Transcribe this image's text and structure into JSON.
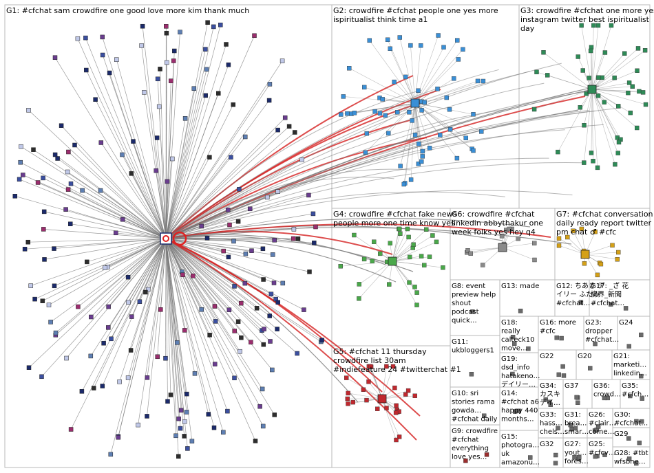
{
  "colors": {
    "edge": "#7a7a7a",
    "edge_red": "#d42020",
    "group_box": "#b8b8b8",
    "hub_ring": "#e02020",
    "node_palette": [
      "#1b2a6b",
      "#3b4fa0",
      "#6a3d8f",
      "#2d2d2d",
      "#5e7fb3",
      "#9b2d6e",
      "#c0c8e8"
    ]
  },
  "groups": [
    {
      "id": "G1",
      "label": "G1: #cfchat sam crowdfire one good love more kim thank much",
      "lines": [
        "G1: #cfchat sam crowdfire one good love more kim thank much"
      ],
      "node_color": "#1b2a6b",
      "edge_color": "#7a7a7a"
    },
    {
      "id": "G2",
      "label": "G2: crowdfire #cfchat people one yes more ispiritualist think time a1",
      "lines": [
        "G2: crowdfire #cfchat people one yes more",
        "ispiritualist think time a1"
      ],
      "node_color": "#3a8fd6",
      "edge_color": "#7a7a7a"
    },
    {
      "id": "G3",
      "label": "G3: crowdfire #cfchat one more yes instagram twitter best ispiritualist day",
      "lines": [
        "G3: crowdfire #cfchat one more yes",
        "instagram twitter best ispiritualist",
        "day"
      ],
      "node_color": "#2e8b57",
      "edge_color": "#7a7a7a"
    },
    {
      "id": "G4",
      "label": "G4: crowdfire #cfchat fake news people more one time know yes",
      "lines": [
        "G4: crowdfire #cfchat fake news",
        "people more one time know yes"
      ],
      "node_color": "#4aa84a",
      "edge_color": "#7a7a7a"
    },
    {
      "id": "G5",
      "label": "G5: #cfchat 11 thursday crowdfire list 30am #indiefeature 24 #twitterchat #1",
      "lines": [
        "G5: #cfchat 11 thursday",
        "crowdfire list 30am",
        "#indiefeature 24 #twitterchat #1"
      ],
      "node_color": "#c0282e",
      "edge_color": "#7a7a7a"
    },
    {
      "id": "G6",
      "label": "G6: crowdfire #cfchat linkedin abbythakur one week folks yes hey q4",
      "lines": [
        "G6: crowdfire #cfchat",
        "linkedin abbythakur one",
        "week folks yes hey q4"
      ],
      "node_color": "#8a8a8a",
      "edge_color": "#7a7a7a"
    },
    {
      "id": "G7",
      "label": "G7: #cfchat conversation daily ready report twitter pm chat ♂ #cfc",
      "lines": [
        "G7: #cfchat conversation",
        "daily ready report twitter",
        "pm chat ♂ #cfc"
      ],
      "node_color": "#d4a017",
      "edge_color": "#7a7a7a"
    },
    {
      "id": "G8",
      "label": "G8: event preview help shout podcast quick…",
      "lines": [
        "G8: event",
        "preview help",
        "shout",
        "podcast",
        "quick…"
      ],
      "node_color": "#6a6a6a"
    },
    {
      "id": "G9",
      "label": "G9: crowdfire #cfchat everything love yes…",
      "lines": [
        "G9: crowdfire",
        "#cfchat",
        "everything",
        "love yes…"
      ],
      "node_color": "#9b2d2d"
    },
    {
      "id": "G10",
      "label": "G10: sri stories rama gowda… #cfchat daily",
      "lines": [
        "G10: sri",
        "stories rama",
        "gowda…",
        "#cfchat daily"
      ],
      "node_color": "#6a6a6a"
    },
    {
      "id": "G11",
      "label": "G11: ukbloggers1",
      "lines": [
        "G11:",
        "ukbloggers1"
      ],
      "node_color": "#6a6a6a"
    },
    {
      "id": "G12",
      "label": "G12: ちあきデイリーふたみ #cfchat…",
      "lines": [
        "G12: ちあき デ",
        "イリー ふたみ",
        "#cfchat…"
      ],
      "node_color": "#6a6a6a"
    },
    {
      "id": "G13",
      "label": "G13: made",
      "lines": [
        "G13: made"
      ],
      "node_color": "#6a6a6a"
    },
    {
      "id": "G14",
      "label": "G14: #cfchat a6 happy 440 months…",
      "lines": [
        "G14:",
        "#cfchat a6",
        "happy 440",
        "months…"
      ],
      "node_color": "#6a6a6a"
    },
    {
      "id": "G15",
      "label": "G15: photogra… uk amazonu…",
      "lines": [
        "G15:",
        "photogra…",
        "uk",
        "amazonu…"
      ],
      "node_color": "#6a6a6a"
    },
    {
      "id": "G16",
      "label": "G16: more #cfc",
      "lines": [
        "G16: more",
        "#cfc"
      ],
      "node_color": "#6a6a6a"
    },
    {
      "id": "G17",
      "label": "G17: _ざ 花柳界_新聞 #cfchat…",
      "lines": [
        "G17: _ざ 花",
        "柳界_新聞",
        "#cfchat…"
      ],
      "node_color": "#6a6a6a"
    },
    {
      "id": "G18",
      "label": "G18: really calteck10 move…",
      "lines": [
        "G18:",
        "really",
        "calteck10",
        "move…"
      ],
      "node_color": "#6a6a6a"
    },
    {
      "id": "G19",
      "label": "G19: dsd_info hatakeno… デイリー…",
      "lines": [
        "G19:",
        "dsd_info",
        "hatakeno…",
        "デイリー…"
      ],
      "node_color": "#6a6a6a"
    },
    {
      "id": "G20",
      "label": "G20",
      "lines": [
        "G20"
      ],
      "node_color": "#6a6a6a"
    },
    {
      "id": "G21",
      "label": "G21: marketi… linkedin…",
      "lines": [
        "G21:",
        "marketi…",
        "linkedin…"
      ],
      "node_color": "#6a6a6a"
    },
    {
      "id": "G22",
      "label": "G22",
      "lines": [
        "G22"
      ],
      "node_color": "#6a6a6a"
    },
    {
      "id": "G23",
      "label": "G23: dropper #cfchat…",
      "lines": [
        "G23:",
        "dropper",
        "#cfchat…"
      ],
      "node_color": "#6a6a6a"
    },
    {
      "id": "G24",
      "label": "G24",
      "lines": [
        "G24"
      ],
      "node_color": "#6a6a6a"
    },
    {
      "id": "G25",
      "label": "G25: #cfcv…",
      "lines": [
        "G25:",
        "#cfcv…"
      ],
      "node_color": "#6a6a6a"
    },
    {
      "id": "G26",
      "label": "G26: #clair… come…",
      "lines": [
        "G26:",
        "#clair…",
        "come…"
      ],
      "node_color": "#6a6a6a"
    },
    {
      "id": "G27",
      "label": "G27: yout… fores…",
      "lines": [
        "G27:",
        "yout…",
        "fores…"
      ],
      "node_color": "#6a6a6a"
    },
    {
      "id": "G28",
      "label": "G28: #tbt wfsbne…",
      "lines": [
        "G28: #tbt",
        "wfsbne…"
      ],
      "node_color": "#6a6a6a"
    },
    {
      "id": "G29",
      "label": "G29",
      "lines": [
        "G29"
      ],
      "node_color": "#6a6a6a"
    },
    {
      "id": "G30",
      "label": "G30: #cfchat…",
      "lines": [
        "G30:",
        "#cfchat…"
      ],
      "node_color": "#6a6a6a"
    },
    {
      "id": "G31",
      "label": "G31: brea… smar…",
      "lines": [
        "G31:",
        "brea…",
        "smar…"
      ],
      "node_color": "#6a6a6a"
    },
    {
      "id": "G32",
      "label": "G32",
      "lines": [
        "G32"
      ],
      "node_color": "#6a6a6a"
    },
    {
      "id": "G33",
      "label": "G33: hass… chels…",
      "lines": [
        "G33:",
        "hass…",
        "chels…"
      ],
      "node_color": "#6a6a6a"
    },
    {
      "id": "G34",
      "label": "G34: カスキ デイ…",
      "lines": [
        "G34:",
        "カスキ",
        "デイ…"
      ],
      "node_color": "#6a6a6a"
    },
    {
      "id": "G35",
      "label": "G35: #cfch…",
      "lines": [
        "G35:",
        "#cfch…"
      ],
      "node_color": "#6a6a6a"
    },
    {
      "id": "G36",
      "label": "G36: crowd…",
      "lines": [
        "G36:",
        "crowd…"
      ],
      "node_color": "#6a6a6a"
    },
    {
      "id": "G37",
      "label": "G37",
      "lines": [
        "G37"
      ],
      "node_color": "#6a6a6a"
    }
  ]
}
